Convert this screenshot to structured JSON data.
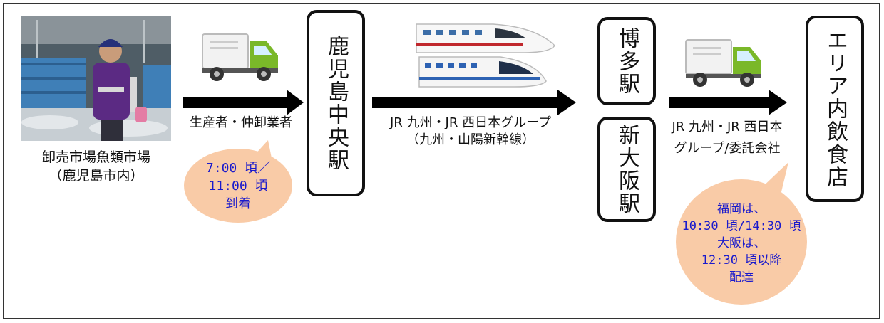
{
  "source": {
    "caption_line1": "卸売市場魚類市場",
    "caption_line2": "（鹿児島市内）"
  },
  "leg1": {
    "label": "生産者・仲卸業者",
    "bubble": [
      "7:00 頃／",
      "11:00 頃",
      "到着"
    ]
  },
  "stations": {
    "kagoshima": "鹿児島中央駅",
    "hakata": "博多駅",
    "shinosaka": "新大阪駅",
    "restaurants": "エリア内飲食店"
  },
  "leg2": {
    "label_line1": "JR 九州・JR 西日本グループ",
    "label_line2": "（九州・山陽新幹線）"
  },
  "leg3": {
    "label_line1": "JR 九州・JR 西日本",
    "label_line2": "グループ/委託会社",
    "bubble": [
      "福岡は、",
      "10:30 頃/14:30 頃",
      "大阪は、",
      "12:30 頃以降",
      "配達"
    ]
  },
  "colors": {
    "bubble_fill": "#f9cba7",
    "bubble_text": "#1a1acc",
    "truck_cab": "#7ab829",
    "arrow": "#000000"
  }
}
